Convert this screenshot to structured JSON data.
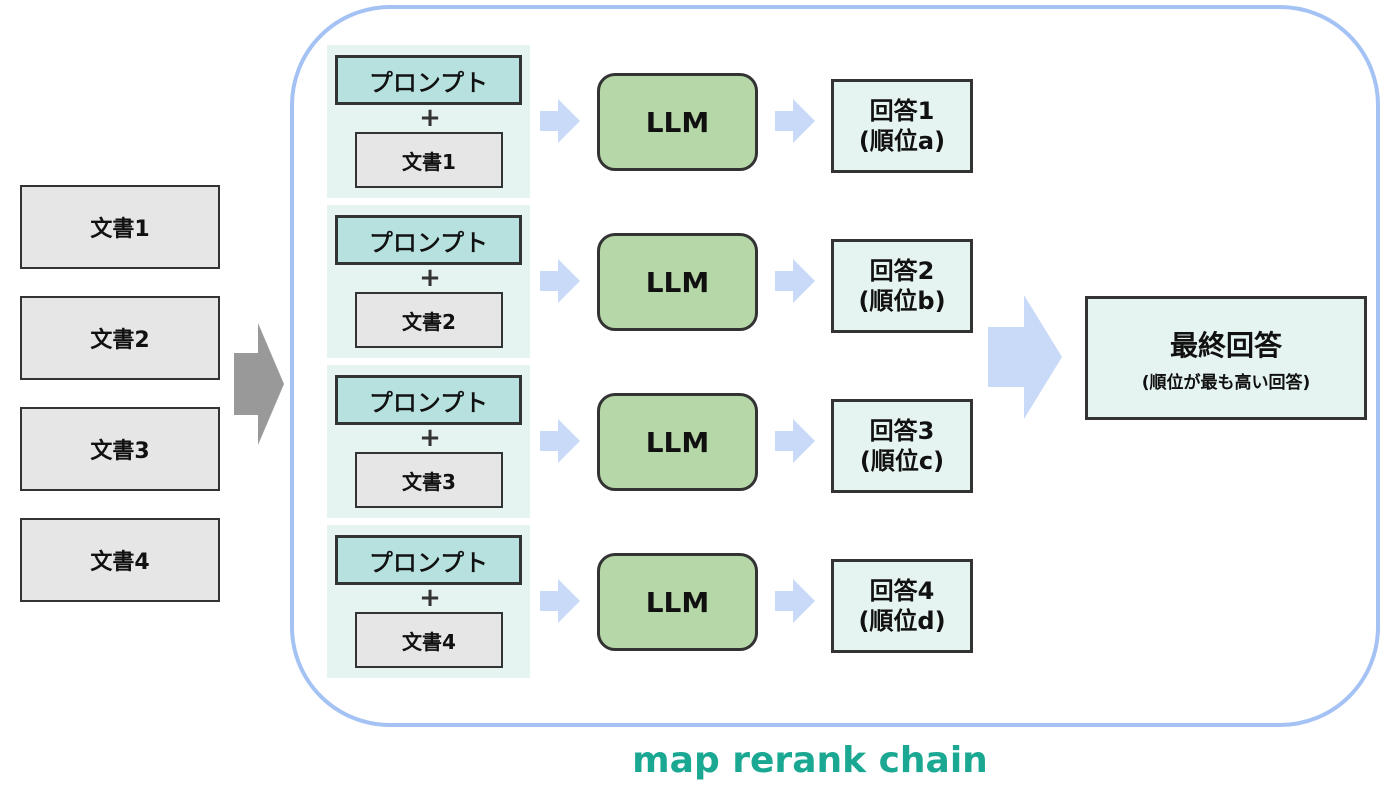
{
  "colors": {
    "container_border": "#a4c2f4",
    "group_bg": "#e6f4f1",
    "prompt_bg": "#b6e1df",
    "doc_bg": "#e6e6e6",
    "llm_bg": "#b6d7a8",
    "small_arrow": "#c9daf8",
    "big_arrow_gray": "#999999",
    "caption": "#1aa893"
  },
  "input_documents": [
    "文書1",
    "文書2",
    "文書3",
    "文書4"
  ],
  "groups": [
    {
      "prompt": "プロンプト",
      "plus": "+",
      "document": "文書1",
      "llm": "LLM",
      "answer": "回答1",
      "rank": "(順位a)"
    },
    {
      "prompt": "プロンプト",
      "plus": "+",
      "document": "文書2",
      "llm": "LLM",
      "answer": "回答2",
      "rank": "(順位b)"
    },
    {
      "prompt": "プロンプト",
      "plus": "+",
      "document": "文書3",
      "llm": "LLM",
      "answer": "回答3",
      "rank": "(順位c)"
    },
    {
      "prompt": "プロンプト",
      "plus": "+",
      "document": "文書4",
      "llm": "LLM",
      "answer": "回答4",
      "rank": "(順位d)"
    }
  ],
  "final": {
    "title": "最終回答",
    "subtitle": "(順位が最も高い回答)"
  },
  "caption": "map rerank chain"
}
